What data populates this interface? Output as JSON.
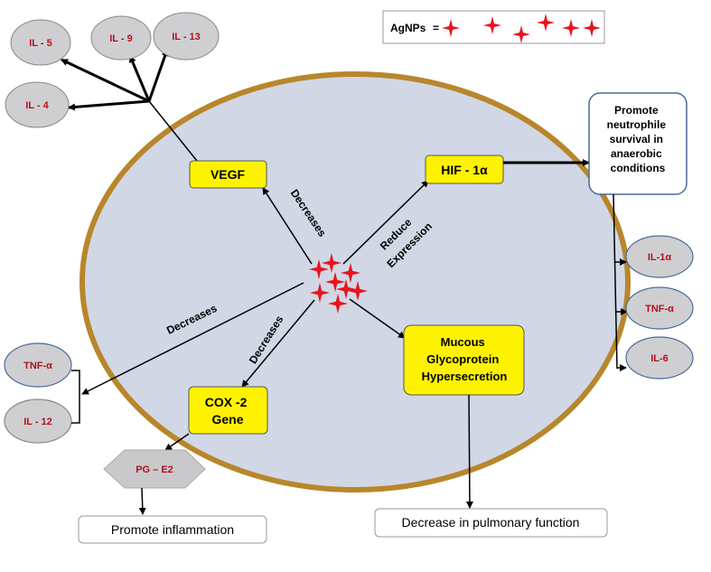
{
  "legend": {
    "label": "AgNPs",
    "equals": "="
  },
  "colors": {
    "cell_fill": "#d1d7e5",
    "cell_border": "#b8862b",
    "box_yellow": "#fff200",
    "cytokine_fill": "#cfcfd1",
    "cytokine_text": "#b3121d",
    "cytokine_blue_border": "#4a6a9a",
    "star_red": "#e8141f"
  },
  "cytokines_top": [
    "IL - 5",
    "IL - 9",
    "IL - 13",
    "IL - 4"
  ],
  "cytokines_left": [
    "TNF-α",
    "IL - 12"
  ],
  "cytokines_right": [
    "IL-1α",
    "TNF-α",
    "IL-6"
  ],
  "boxes": {
    "vegf": "VEGF",
    "hif": "HIF - 1α",
    "cox2_line1": "COX -2",
    "cox2_line2": "Gene",
    "mucous_line1": "Mucous",
    "mucous_line2": "Glycoprotein",
    "mucous_line3": "Hypersecretion",
    "pge2": "PG – E2"
  },
  "arrow_labels": {
    "vegf": "Decreases",
    "hif_line1": "Reduce",
    "hif_line2": "Expression",
    "left": "Decreases",
    "cox2": "Decreases"
  },
  "outcomes": {
    "neutrophil": [
      "Promote",
      "neutrophile",
      "survival in",
      "anaerobic",
      "conditions"
    ],
    "inflammation": "Promote inflammation",
    "pulmonary": "Decrease in pulmonary function"
  }
}
